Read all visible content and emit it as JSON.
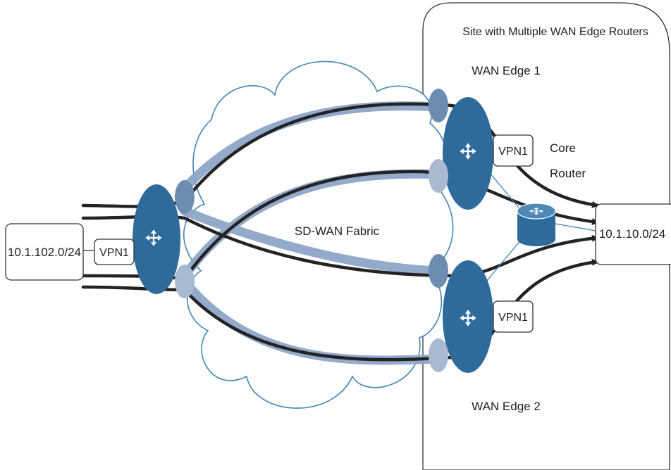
{
  "site": {
    "title": "Site with Multiple WAN Edge Routers"
  },
  "fabric": {
    "label": "SD-WAN Fabric"
  },
  "left": {
    "subnet_label": "10.1.102.0/24",
    "vpn_label": "VPN1"
  },
  "wan_edge_1": {
    "title": "WAN Edge 1",
    "vpn_label": "VPN1"
  },
  "wan_edge_2": {
    "title": "WAN Edge 2",
    "vpn_label": "VPN1"
  },
  "core_router": {
    "label_line1": "Core",
    "label_line2": "Router"
  },
  "right": {
    "subnet_label": "10.1.10.0/24"
  },
  "colors": {
    "router_blue": "#2f6b9a",
    "router_dark": "#244f74",
    "tloc_light": "#a9b9cf",
    "tloc_mid": "#6d8cb2",
    "tunnel_blue": "#8ea6c8",
    "path_dark": "#232323",
    "cloud_stroke": "#3f86b5"
  },
  "icons": [
    "router-icon",
    "arrow-head-icon",
    "cloud-icon"
  ]
}
